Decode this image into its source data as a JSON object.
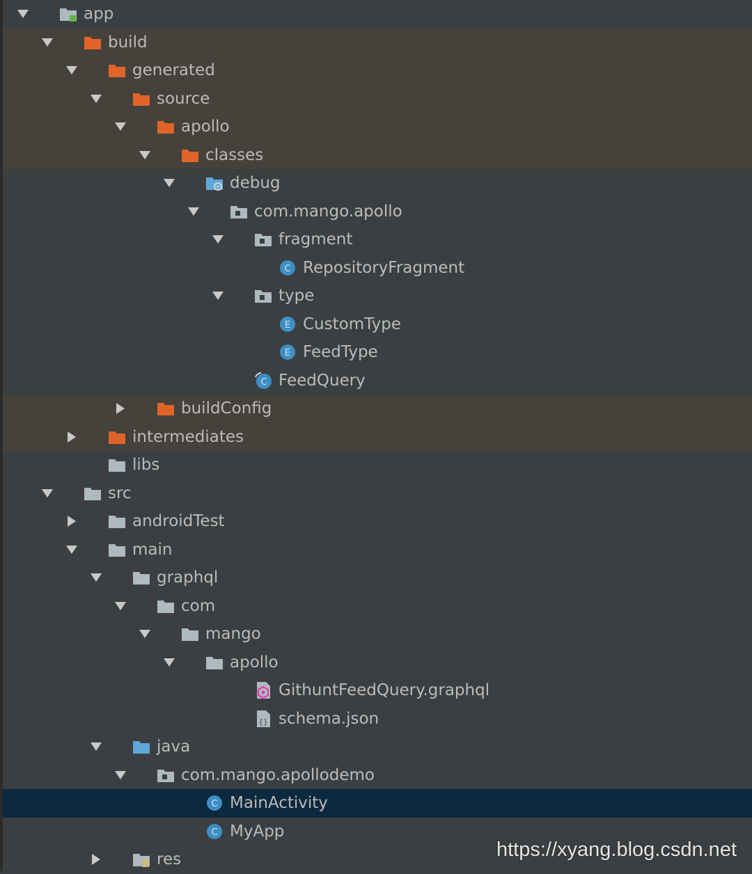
{
  "tree": {
    "nodes": [
      {
        "label": "app",
        "depth": 0,
        "expanded": true,
        "icon": "module-folder-icon",
        "style": "normal"
      },
      {
        "label": "build",
        "depth": 1,
        "expanded": true,
        "icon": "excluded-folder-icon",
        "style": "excluded"
      },
      {
        "label": "generated",
        "depth": 2,
        "expanded": true,
        "icon": "excluded-folder-icon",
        "style": "excluded"
      },
      {
        "label": "source",
        "depth": 3,
        "expanded": true,
        "icon": "excluded-folder-icon",
        "style": "excluded"
      },
      {
        "label": "apollo",
        "depth": 4,
        "expanded": true,
        "icon": "excluded-folder-icon",
        "style": "excluded"
      },
      {
        "label": "classes",
        "depth": 5,
        "expanded": true,
        "icon": "excluded-folder-icon",
        "style": "excluded"
      },
      {
        "label": "debug",
        "depth": 6,
        "expanded": true,
        "icon": "generated-source-folder-icon",
        "style": "normal"
      },
      {
        "label": "com.mango.apollo",
        "depth": 7,
        "expanded": true,
        "icon": "package-icon",
        "style": "normal"
      },
      {
        "label": "fragment",
        "depth": 8,
        "expanded": true,
        "icon": "package-icon",
        "style": "normal"
      },
      {
        "label": "RepositoryFragment",
        "depth": 9,
        "icon": "class-icon",
        "style": "normal"
      },
      {
        "label": "type",
        "depth": 8,
        "expanded": true,
        "icon": "package-icon",
        "style": "normal"
      },
      {
        "label": "CustomType",
        "depth": 9,
        "icon": "enum-icon",
        "style": "normal"
      },
      {
        "label": "FeedType",
        "depth": 9,
        "icon": "enum-icon",
        "style": "normal"
      },
      {
        "label": "FeedQuery",
        "depth": 8,
        "icon": "generated-class-icon",
        "style": "normal"
      },
      {
        "label": "buildConfig",
        "depth": 4,
        "expanded": false,
        "icon": "excluded-folder-icon",
        "style": "excluded"
      },
      {
        "label": "intermediates",
        "depth": 2,
        "expanded": false,
        "icon": "excluded-folder-icon",
        "style": "excluded"
      },
      {
        "label": "libs",
        "depth": 2,
        "icon": "folder-icon",
        "style": "normal"
      },
      {
        "label": "src",
        "depth": 1,
        "expanded": true,
        "icon": "folder-icon",
        "style": "normal"
      },
      {
        "label": "androidTest",
        "depth": 2,
        "expanded": false,
        "icon": "folder-icon",
        "style": "normal"
      },
      {
        "label": "main",
        "depth": 2,
        "expanded": true,
        "icon": "folder-icon",
        "style": "normal"
      },
      {
        "label": "graphql",
        "depth": 3,
        "expanded": true,
        "icon": "folder-icon",
        "style": "normal"
      },
      {
        "label": "com",
        "depth": 4,
        "expanded": true,
        "icon": "folder-icon",
        "style": "normal"
      },
      {
        "label": "mango",
        "depth": 5,
        "expanded": true,
        "icon": "folder-icon",
        "style": "normal"
      },
      {
        "label": "apollo",
        "depth": 6,
        "expanded": true,
        "icon": "folder-icon",
        "style": "normal"
      },
      {
        "label": "GithuntFeedQuery.graphql",
        "depth": 8,
        "icon": "graphql-file-icon",
        "style": "normal"
      },
      {
        "label": "schema.json",
        "depth": 8,
        "icon": "json-file-icon",
        "style": "normal"
      },
      {
        "label": "java",
        "depth": 3,
        "expanded": true,
        "icon": "source-folder-icon",
        "style": "normal"
      },
      {
        "label": "com.mango.apollodemo",
        "depth": 4,
        "expanded": true,
        "icon": "package-icon",
        "style": "normal"
      },
      {
        "label": "MainActivity",
        "depth": 6,
        "icon": "class-icon",
        "style": "selected"
      },
      {
        "label": "MyApp",
        "depth": 6,
        "icon": "class-icon",
        "style": "normal"
      },
      {
        "label": "res",
        "depth": 3,
        "expanded": false,
        "icon": "resource-folder-icon",
        "style": "normal"
      }
    ]
  },
  "watermark": "https://xyang.blog.csdn.net",
  "colors": {
    "background": "#3c3f41",
    "excluded_row": "#45413b",
    "selected_row": "#0d293e",
    "excluded_folder": "#e0642a",
    "folder": "#aeb9c0",
    "source_folder": "#61a6d9",
    "class_badge": "#3d8fc4",
    "text": "#bbbbbb"
  }
}
